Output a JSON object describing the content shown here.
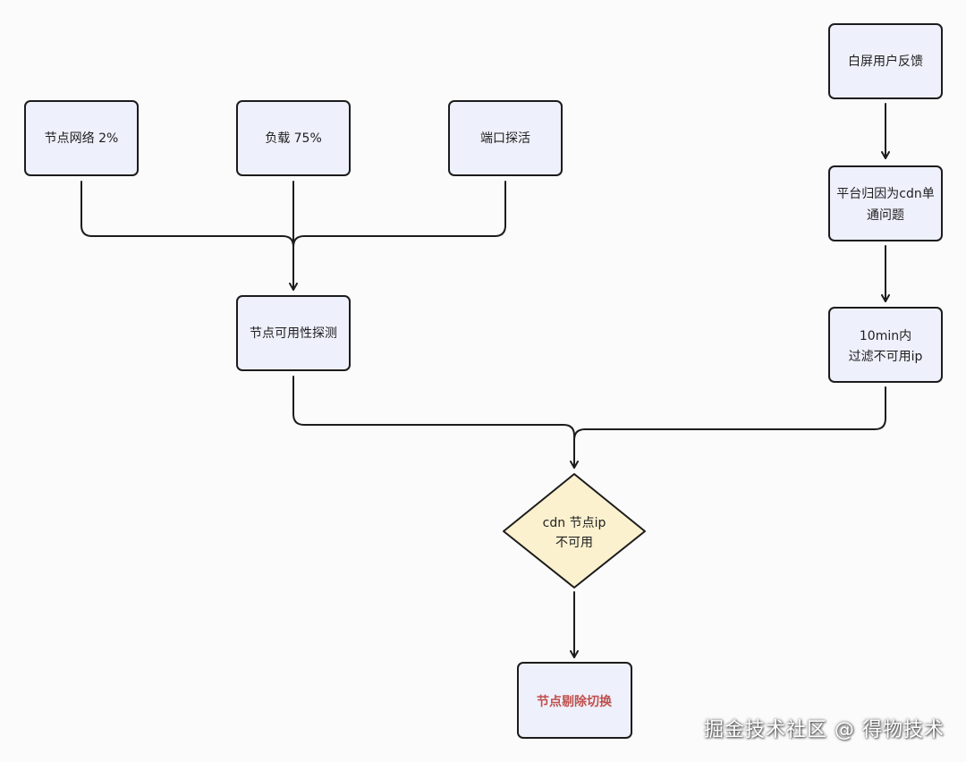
{
  "colors": {
    "box_fill": "#eef0fb",
    "box_stroke": "#1c1c1c",
    "decision_fill": "#fbf1cf",
    "result_text": "#c0504d",
    "connector": "#1c1c1c",
    "background": "#fbfbfb"
  },
  "nodes": {
    "node_network": "节点网络 2%",
    "node_load": "负载 75%",
    "port_probe": "端口探活",
    "availability_probe": "节点可用性探测",
    "user_feedback": "白屏用户反馈",
    "platform_attrib": {
      "line1": "平台归因为cdn单",
      "line2": "通问题"
    },
    "filter_ip": {
      "line1": "10min内",
      "line2": "过滤不可用ip"
    },
    "decision": {
      "line1": "cdn 节点ip",
      "line2": "不可用"
    },
    "result": "节点剔除切换"
  },
  "watermark": "掘金技术社区 @ 得物技术"
}
